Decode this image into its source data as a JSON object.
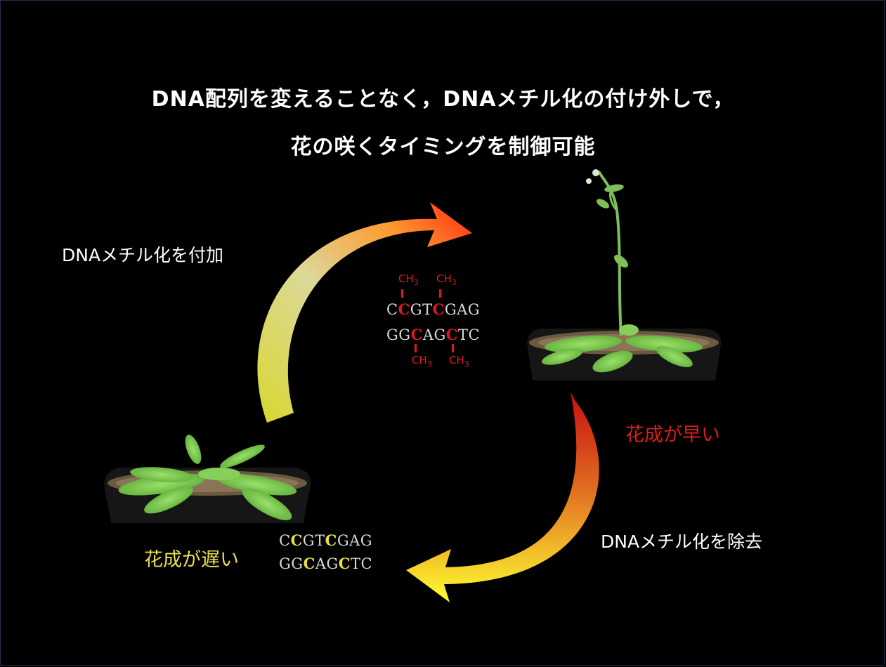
{
  "title": {
    "line1": "DNA配列を変えることなく，DNAメチル化の付け外しで，",
    "line2": "花の咲くタイミングを制御可能"
  },
  "labels": {
    "add_methylation": "DNAメチル化を付加",
    "remove_methylation": "DNAメチル化を除去",
    "early_flowering": "花成が早い",
    "late_flowering": "花成が遅い"
  },
  "methylated_sequence": {
    "top_strand": [
      "C",
      "C",
      "GT",
      "C",
      "GAG"
    ],
    "bottom_strand": [
      "GG",
      "C",
      "AG",
      "C",
      "TC"
    ],
    "methyl_label": "CH",
    "methyl_subscript": "3"
  },
  "unmethylated_sequence": {
    "top_strand": [
      "C",
      "C",
      "GT",
      "C",
      "GAG"
    ],
    "bottom_strand": [
      "GG",
      "C",
      "AG",
      "C",
      "TC"
    ]
  },
  "colors": {
    "methylated": "#e01a1a",
    "unmethylated": "#e8e04a",
    "arrow_top_start": "#e8e04a",
    "arrow_top_end": "#ff2a10",
    "arrow_bottom_start": "#d11010",
    "arrow_bottom_end": "#ffff30"
  }
}
